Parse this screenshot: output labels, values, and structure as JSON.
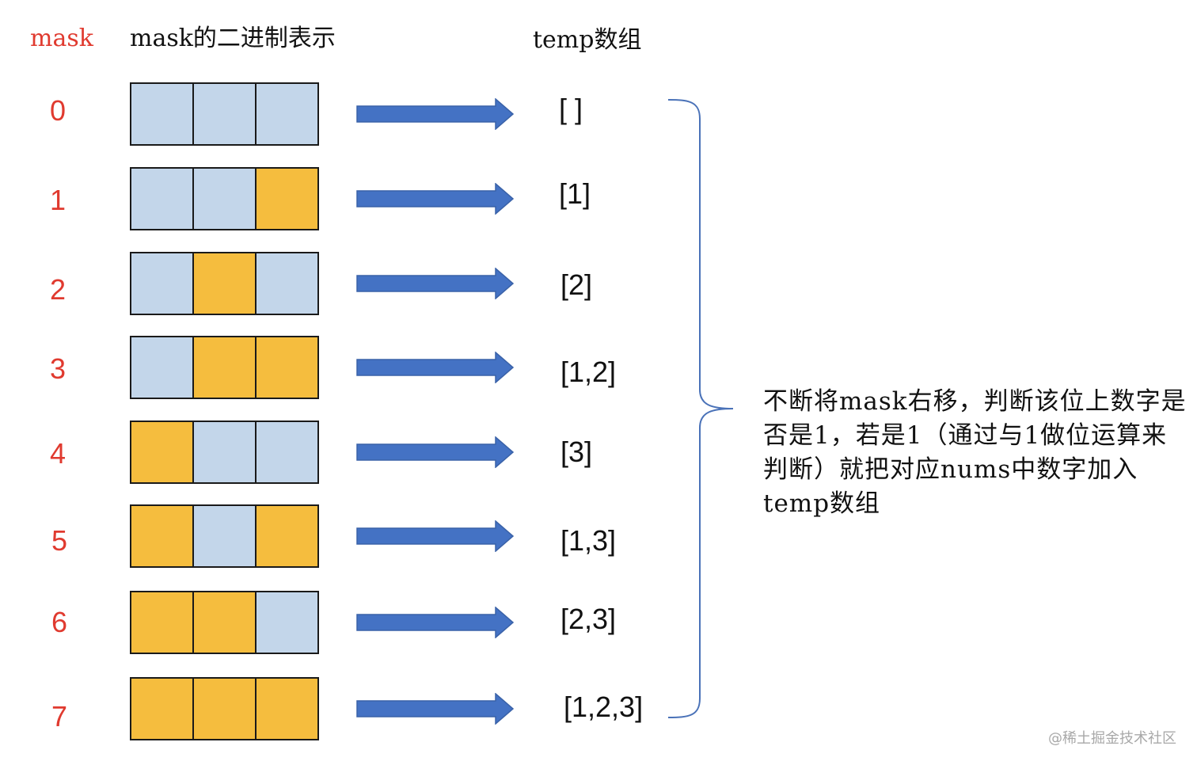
{
  "headers": {
    "mask": "mask",
    "binary": "mask的二进制表示",
    "temp": "temp数组"
  },
  "rows": [
    {
      "mask": "0",
      "bits": [
        0,
        0,
        0
      ],
      "temp": "[ ]"
    },
    {
      "mask": "1",
      "bits": [
        0,
        0,
        1
      ],
      "temp": "[1]"
    },
    {
      "mask": "2",
      "bits": [
        0,
        1,
        0
      ],
      "temp": "[2]"
    },
    {
      "mask": "3",
      "bits": [
        0,
        1,
        1
      ],
      "temp": "[1,2]"
    },
    {
      "mask": "4",
      "bits": [
        1,
        0,
        0
      ],
      "temp": "[3]"
    },
    {
      "mask": "5",
      "bits": [
        1,
        0,
        1
      ],
      "temp": "[1,3]"
    },
    {
      "mask": "6",
      "bits": [
        1,
        1,
        0
      ],
      "temp": "[2,3]"
    },
    {
      "mask": "7",
      "bits": [
        1,
        1,
        1
      ],
      "temp": "[1,2,3]"
    }
  ],
  "note": "不断将mask右移，判断该位上数字是否是1，若是1（通过与1做位运算来判断）就把对应nums中数字加入temp数组",
  "watermark": "@稀土掘金技术社区",
  "colors": {
    "mask_label": "#e03a2f",
    "bit_off": "#c3d6ea",
    "bit_on": "#f5bd3e",
    "arrow": "#4472c4",
    "brace": "#4a72b8"
  }
}
